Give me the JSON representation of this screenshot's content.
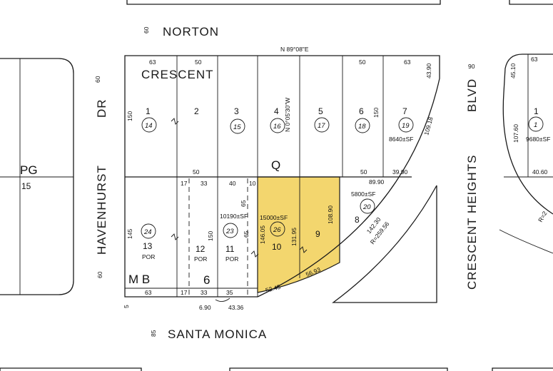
{
  "streets": {
    "norton": "NORTON",
    "norton_width": "60",
    "crescent": "CRESCENT",
    "havenhurst": "HAVENHURST",
    "havenhurst_dr": "DR",
    "havenhurst_width": "60",
    "santa_monica": "SANTA MONICA",
    "santa_monica_width": "85",
    "crescent_heights": "CRESCENT HEIGHTS",
    "blvd": "BLVD",
    "blvd_width": "90"
  },
  "block_label": "Q",
  "bearing_top": "N 89°08\"E",
  "bearing_vertical": "N 0°05'30\"W",
  "left_block": {
    "label": "PG",
    "number": "15"
  },
  "mb_label": "M B",
  "mb_number": "6",
  "colors": {
    "highlight": "#f3d66e",
    "line": "#1a1a1a",
    "background": "#ffffff"
  },
  "lots": {
    "l1": {
      "lot": "1",
      "parcel": "14"
    },
    "l2": {
      "lot": "2"
    },
    "l3": {
      "lot": "3",
      "parcel": "15"
    },
    "l4": {
      "lot": "4",
      "parcel": "16"
    },
    "l5": {
      "lot": "5",
      "parcel": "17"
    },
    "l6": {
      "lot": "6",
      "parcel": "18"
    },
    "l7": {
      "lot": "7",
      "parcel": "19",
      "area": "8640±SF"
    },
    "l8": {
      "lot": "8",
      "parcel": "20",
      "area": "5800±SF"
    },
    "l9": {
      "lot": "9"
    },
    "l10": {
      "lot": "10",
      "parcel": "26",
      "area": "15000±SF"
    },
    "l11": {
      "lot": "11",
      "por": "POR",
      "parcel": "23",
      "area": "10190±SF"
    },
    "l12": {
      "lot": "12",
      "por": "POR"
    },
    "l13": {
      "lot": "13",
      "por": "POR",
      "parcel": "24"
    },
    "r1": {
      "lot": "1",
      "parcel": "1",
      "area": "9680±SF"
    }
  },
  "dims": {
    "d_63a": "63",
    "d_50a": "50",
    "d_50b": "50",
    "d_63b": "63",
    "d_4390": "43.90",
    "d_150a": "150",
    "d_150b": "150",
    "d_10918": "109.18",
    "d_50c": "50",
    "d_50d": "50",
    "d_8990": "89.90",
    "d_3990": "39.90",
    "d_17a": "17",
    "d_33a": "33",
    "d_40": "40",
    "d_10": "10",
    "d_145": "145",
    "d_150c": "150",
    "d_65a": "65",
    "d_65b": "65",
    "d_14605": "146.05",
    "d_13195": "131.95",
    "d_10890": "108.90",
    "d_14230": "142.30",
    "d_r": "R=259.56",
    "d_60a": "60",
    "d_63c": "63",
    "d_17b": "17",
    "d_33b": "33",
    "d_35": "35",
    "d_5245": "52.45",
    "d_5693": "56.93",
    "d_690": "6.90",
    "d_4336": "43.36",
    "d_5": "5",
    "r_4510": "45.10",
    "r_63": "63",
    "r_10760": "107.60",
    "r_4060": "40.60",
    "r_12": "R=2"
  }
}
